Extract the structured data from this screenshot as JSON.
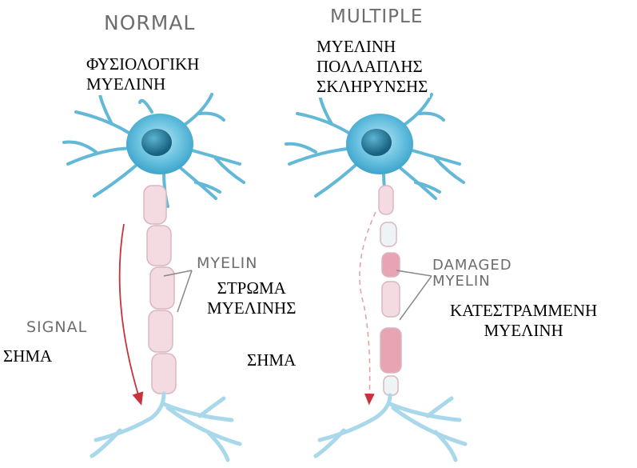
{
  "left_panel": {
    "header": "NORMAL",
    "greek_title_lines": [
      "ΦΥΣΙΟΛΟΓΙΚΗ",
      "ΜΥΕΛΙΝΗ"
    ],
    "myelin_label": "MYELIN",
    "greek_myelin_lines": [
      "ΣΤΡΩΜΑ",
      "ΜΥΕΛΙΝΗΣ"
    ],
    "signal_label": "SIGNAL",
    "greek_signal": "ΣΗΜΑ"
  },
  "right_panel": {
    "header": "MULTIPLE",
    "greek_title_lines": [
      "ΜΥΕΛΙΝΗ",
      "ΠΟΛΛΑΠΛΗΣ",
      "ΣΚΛΗΡΥΝΣΗΣ"
    ],
    "damaged_label_lines": [
      "DAMAGED",
      "MYELIN"
    ],
    "greek_damaged_lines": [
      "ΚΑΤΕΣΤΡΑΜΜΕΝΗ",
      "ΜΥΕΛΙΝΗ"
    ],
    "greek_signal": "ΣΗΜΑ"
  },
  "colors": {
    "dendrite": "#62b8d6",
    "soma": "#4aaed4",
    "nucleus": "#1f6d8f",
    "myelin": "#f3dbe1",
    "myelin_edge": "#d9b6c0",
    "damaged_myelin": "#e9a4b4",
    "axon": "#a9d8ea",
    "signal_arrow": "#c8323c",
    "label_gray": "#6d6d6d"
  }
}
